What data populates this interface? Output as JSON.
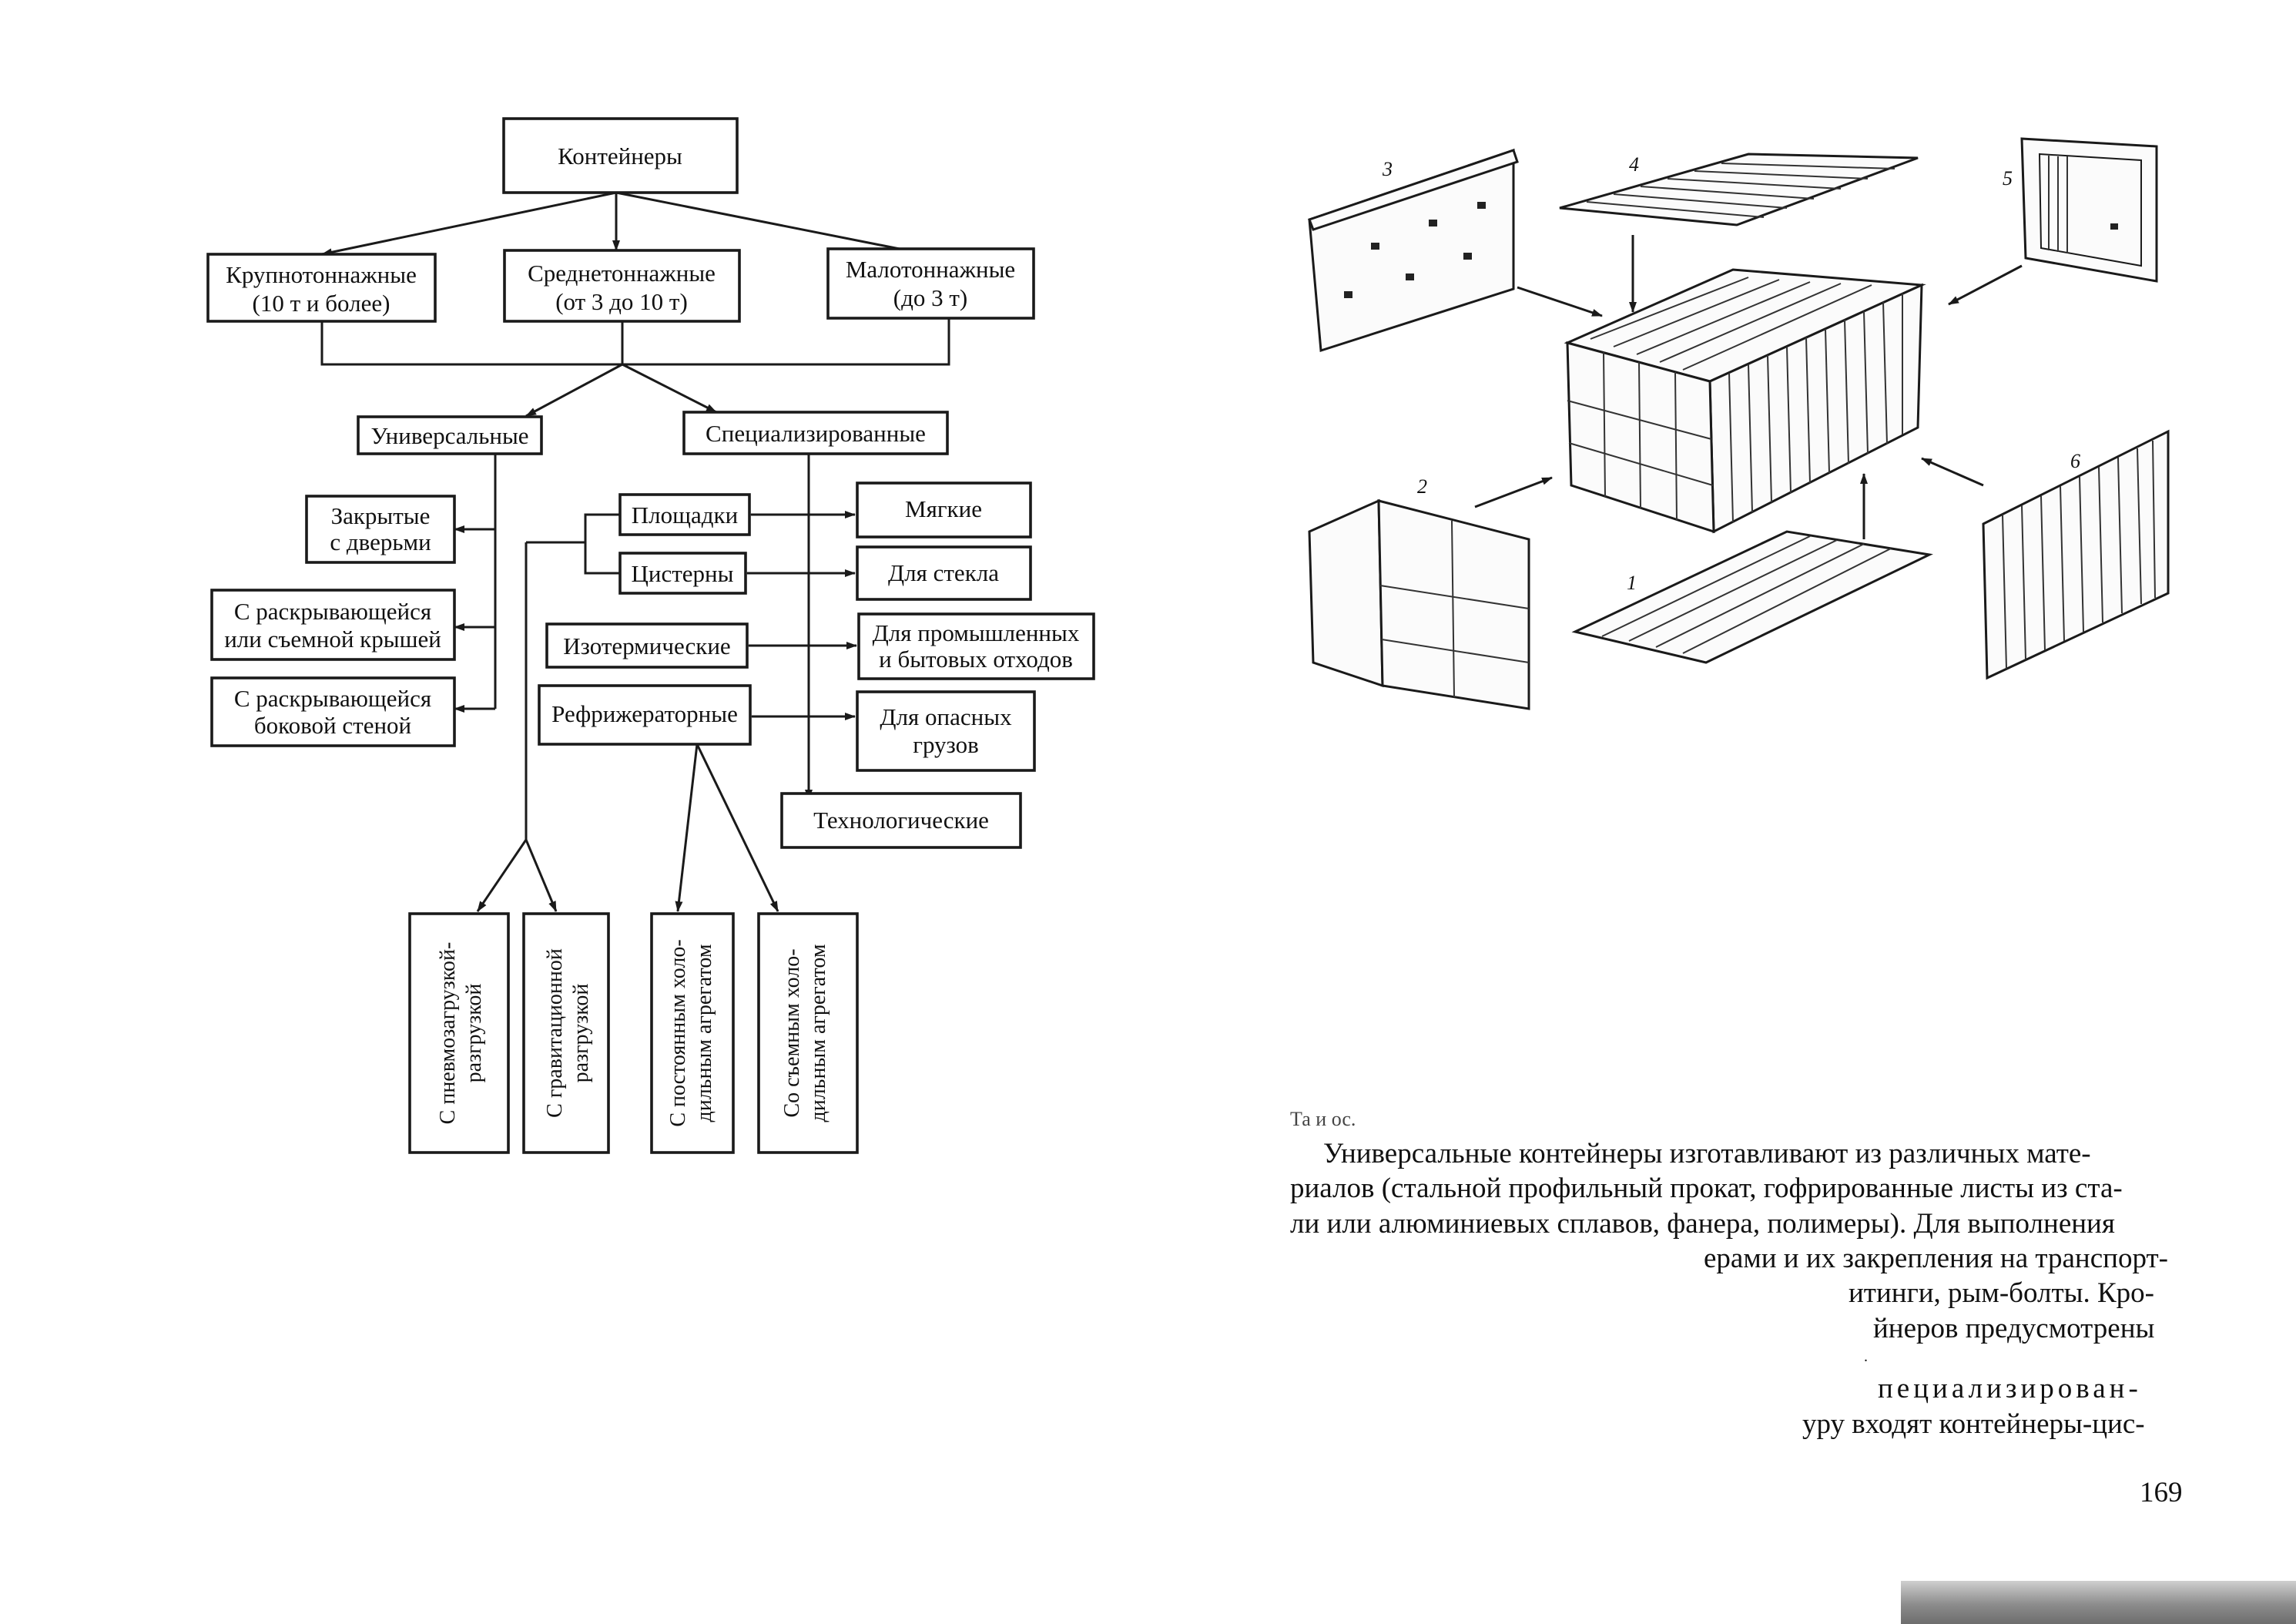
{
  "diagram": {
    "root": "Контейнеры",
    "tonnage": [
      {
        "line1": "Крупнотоннажные",
        "line2": "(10 т и более)"
      },
      {
        "line1": "Среднетоннажные",
        "line2": "(от 3 до 10 т)"
      },
      {
        "line1": "Малотоннажные",
        "line2": "(до 3 т)"
      }
    ],
    "universal": "Универсальные",
    "specialized": "Специализированные",
    "universal_types": [
      {
        "line1": "Закрытые",
        "line2": "с дверьми"
      },
      {
        "line1": "С раскрывающейся",
        "line2": "или съемной крышей"
      },
      {
        "line1": "С раскрывающейся",
        "line2": "боковой стеной"
      }
    ],
    "special_left": [
      "Площадки",
      "Цистерны",
      "Изотермические",
      "Рефрижераторные"
    ],
    "special_right": [
      {
        "line1": "Мягкие",
        "line2": ""
      },
      {
        "line1": "Для стекла",
        "line2": ""
      },
      {
        "line1": "Для промышленных",
        "line2": "и бытовых отходов"
      },
      {
        "line1": "Для опасных",
        "line2": "грузов"
      }
    ],
    "technological": "Технологические",
    "vertical": [
      {
        "line1": "С пневмозагрузкой-",
        "line2": "разгрузкой"
      },
      {
        "line1": "С гравитационной",
        "line2": "разгрузкой"
      },
      {
        "line1": "С постоянным холо-",
        "line2": "дильным агрегатом"
      },
      {
        "line1": "Со съемным холо-",
        "line2": "дильным агрегатом"
      }
    ]
  },
  "figure_numbers": [
    "1",
    "2",
    "3",
    "4",
    "5",
    "6"
  ],
  "text": {
    "fragment": "Та и ос.",
    "lines": [
      "Универсальные контейнеры изготавливают из различных мате-",
      "риалов (стальной профильный прокат, гофрированные листы из ста-",
      "ли или алюминиевых сплавов, фанера, полимеры). Для выполнения",
      "ерами и их закрепления на транспорт-",
      "итинги, рым-болты. Кро-",
      "йнеров предусмотрены",
      ".",
      "пециализирован-",
      "уру входят контейнеры-цис-"
    ],
    "page_number": "169"
  }
}
